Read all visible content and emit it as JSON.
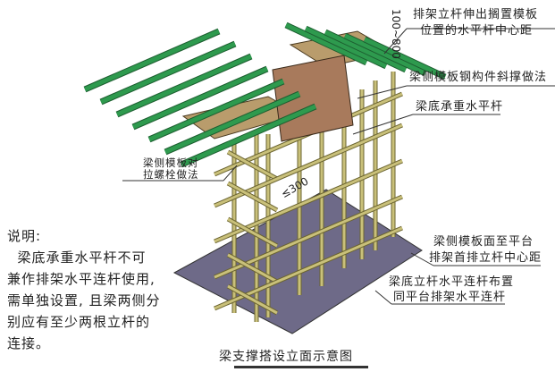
{
  "title": "梁支撑搭设立面示意图",
  "labels": {
    "pole_spacing_line1": "排架立杆伸出搁置模板",
    "pole_spacing_line2": "位置的水平杆中心距",
    "side_brace": "梁侧模板钢构件斜撑做法",
    "bearing_bar": "梁底承重水平杆",
    "tie_bolt_line1": "梁侧模板对",
    "tie_bolt_line2": "拉螺栓做法",
    "side_to_platform_line1": "梁侧模板面至平台",
    "side_to_platform_line2": "排架首排立杆中心距",
    "bottom_bar_line1": "梁底立杆水平连杆布置",
    "bottom_bar_line2": "同平台排架水平连杆"
  },
  "dimensions": {
    "top_range": "100~800",
    "max_spacing": "≤300"
  },
  "note": {
    "heading": "说明:",
    "lines": [
      "  梁底承重水平杆不可",
      "兼作排架水平连杆使用,",
      "需单独设置, 且梁两侧分",
      "别应有至少两根立杆的",
      "连接。"
    ]
  },
  "colors": {
    "pole": "#c9c07a",
    "beam": "#2e9a4e",
    "plank": "#b99c6c",
    "formwork": "#a87a5c",
    "platform": "#6e6a88"
  }
}
